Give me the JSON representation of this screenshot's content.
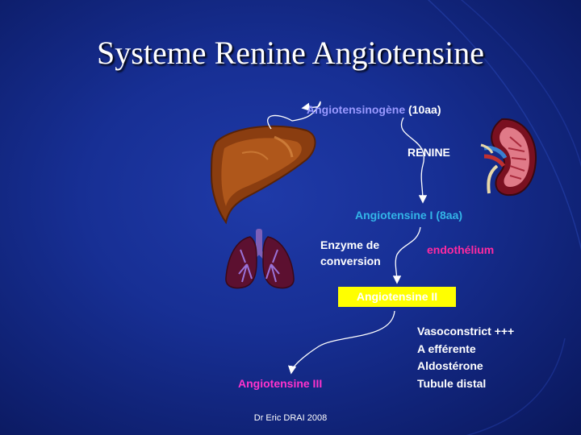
{
  "slide": {
    "title": "Systeme Renine Angiotensine",
    "footer": "Dr Eric DRAI 2008"
  },
  "diagram": {
    "angiotensinogen": "Angiotensinogène",
    "angiotensinogen_suffix": "(10aa)",
    "enzyme1": "RENINE",
    "angiotensin1": "Angiotensine I (8aa)",
    "enzyme2": "Enzyme de conversion",
    "site": "endothélium",
    "angiotensin2": "Angiotensine II",
    "effects": [
      "Vasoconstrict +++",
      "A efférente",
      "Aldostérone",
      "Tubule distal"
    ],
    "angiotensin3": "Angiotensine III"
  },
  "icons": [
    "liver-icon",
    "lungs-icon",
    "kidney-icon"
  ],
  "colors": {
    "background": "#172f94",
    "angiotensinogen": "#9999ff",
    "angiotensin1": "#33b5e8",
    "site": "#ff2aa0",
    "angiotensin2_box": "#ffff00",
    "angiotensin3": "#ff33cc"
  }
}
